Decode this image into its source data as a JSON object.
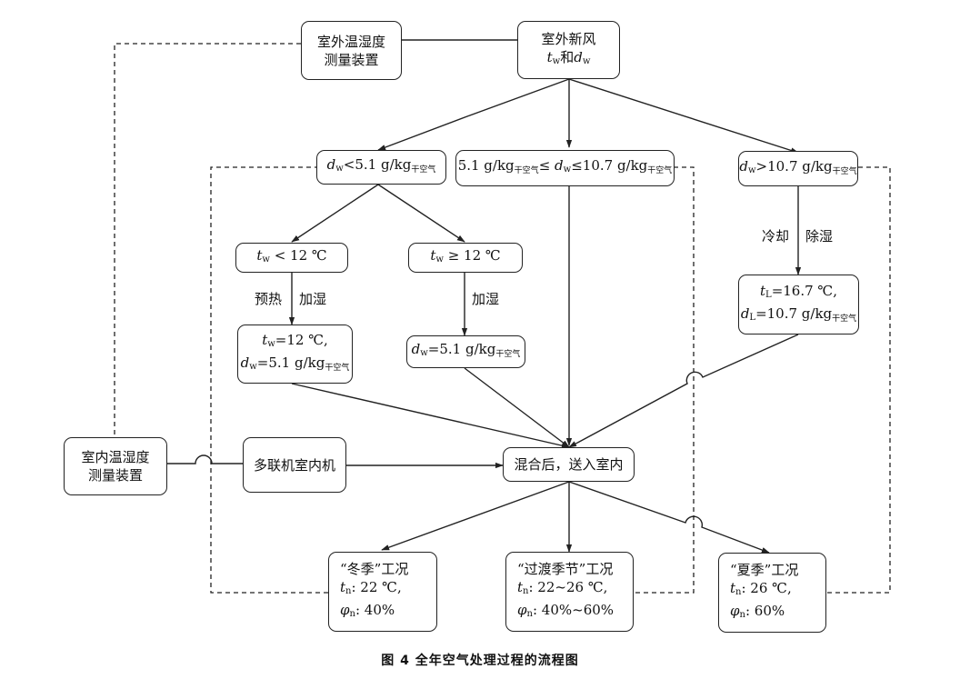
{
  "nodes": {
    "outdoor_sensor": {
      "line1": "室外温湿度",
      "line2": "测量装置"
    },
    "outdoor_air": {
      "line1": "室外新风",
      "t": "t",
      "t_sub": "w",
      "and": "和",
      "d": "d",
      "d_sub": "w"
    },
    "branch_low": {
      "d": "d",
      "d_sub": "w",
      "op": "<5.1 g/kg",
      "unit": "干空气"
    },
    "branch_mid": {
      "a": "5.1 g/kg",
      "unit1": "干空气",
      "op1": "≤ ",
      "d": "d",
      "d_sub": "w",
      "op2": "≤10.7 g/kg",
      "unit2": "干空气"
    },
    "branch_high": {
      "d": "d",
      "d_sub": "w",
      "op": ">10.7 g/kg",
      "unit": "干空气"
    },
    "cond_lt12": {
      "t": "t",
      "t_sub": "w",
      "text": " < 12 ℃"
    },
    "cond_ge12": {
      "t": "t",
      "t_sub": "w",
      "text": " ≥ 12 ℃"
    },
    "state_preheat": {
      "t": "t",
      "t_sub": "w",
      "line1_rest": "=12 ℃,",
      "d": "d",
      "d_sub": "w",
      "line2_rest": "=5.1 g/kg",
      "unit": "干空气"
    },
    "state_humid": {
      "d": "d",
      "d_sub": "w",
      "rest": "=5.1 g/kg",
      "unit": "干空气"
    },
    "state_cool": {
      "t": "t",
      "t_sub": "L",
      "line1_rest": "=16.7 ℃,",
      "d": "d",
      "d_sub": "L",
      "line2_rest": "=10.7 g/kg",
      "unit": "干空气"
    },
    "indoor_sensor": {
      "line1": "室内温湿度",
      "line2": "测量装置"
    },
    "vrf_indoor": {
      "label": "多联机室内机"
    },
    "mix": {
      "label": "混合后，送入室内"
    },
    "winter": {
      "title": "“冬季”工况",
      "t": "t",
      "t_sub": "n",
      "t_val": ": 22 ℃,",
      "phi": "φ",
      "phi_sub": "n",
      "phi_val": ": 40%"
    },
    "transition": {
      "title": "“过渡季节”工况",
      "t": "t",
      "t_sub": "n",
      "t_val": ": 22~26 ℃,",
      "phi": "φ",
      "phi_sub": "n",
      "phi_val": ": 40%~60%"
    },
    "summer": {
      "title": "“夏季”工况",
      "t": "t",
      "t_sub": "n",
      "t_val": ": 26 ℃,",
      "phi": "φ",
      "phi_sub": "n",
      "phi_val": ": 60%"
    }
  },
  "edge_labels": {
    "preheat": "预热",
    "humidify_left": "加湿",
    "humidify_mid": "加湿",
    "cooling": "冷却",
    "dehumidify": "除湿"
  },
  "caption": "图 4   全年空气处理过程的流程图"
}
